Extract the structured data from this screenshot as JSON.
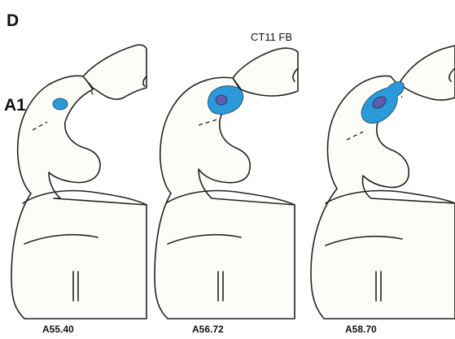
{
  "panel_letter": "D",
  "region_label": "A1",
  "tracer_label": "CT11 FB",
  "sections": [
    {
      "label": "A55.40"
    },
    {
      "label": "A56.72"
    },
    {
      "label": "A58.70"
    }
  ],
  "colors": {
    "outer_label": "#2a9ad8",
    "inner_label": "#5a5fb0",
    "tissue_fill": "#fdfdf8",
    "outline": "#222222"
  }
}
